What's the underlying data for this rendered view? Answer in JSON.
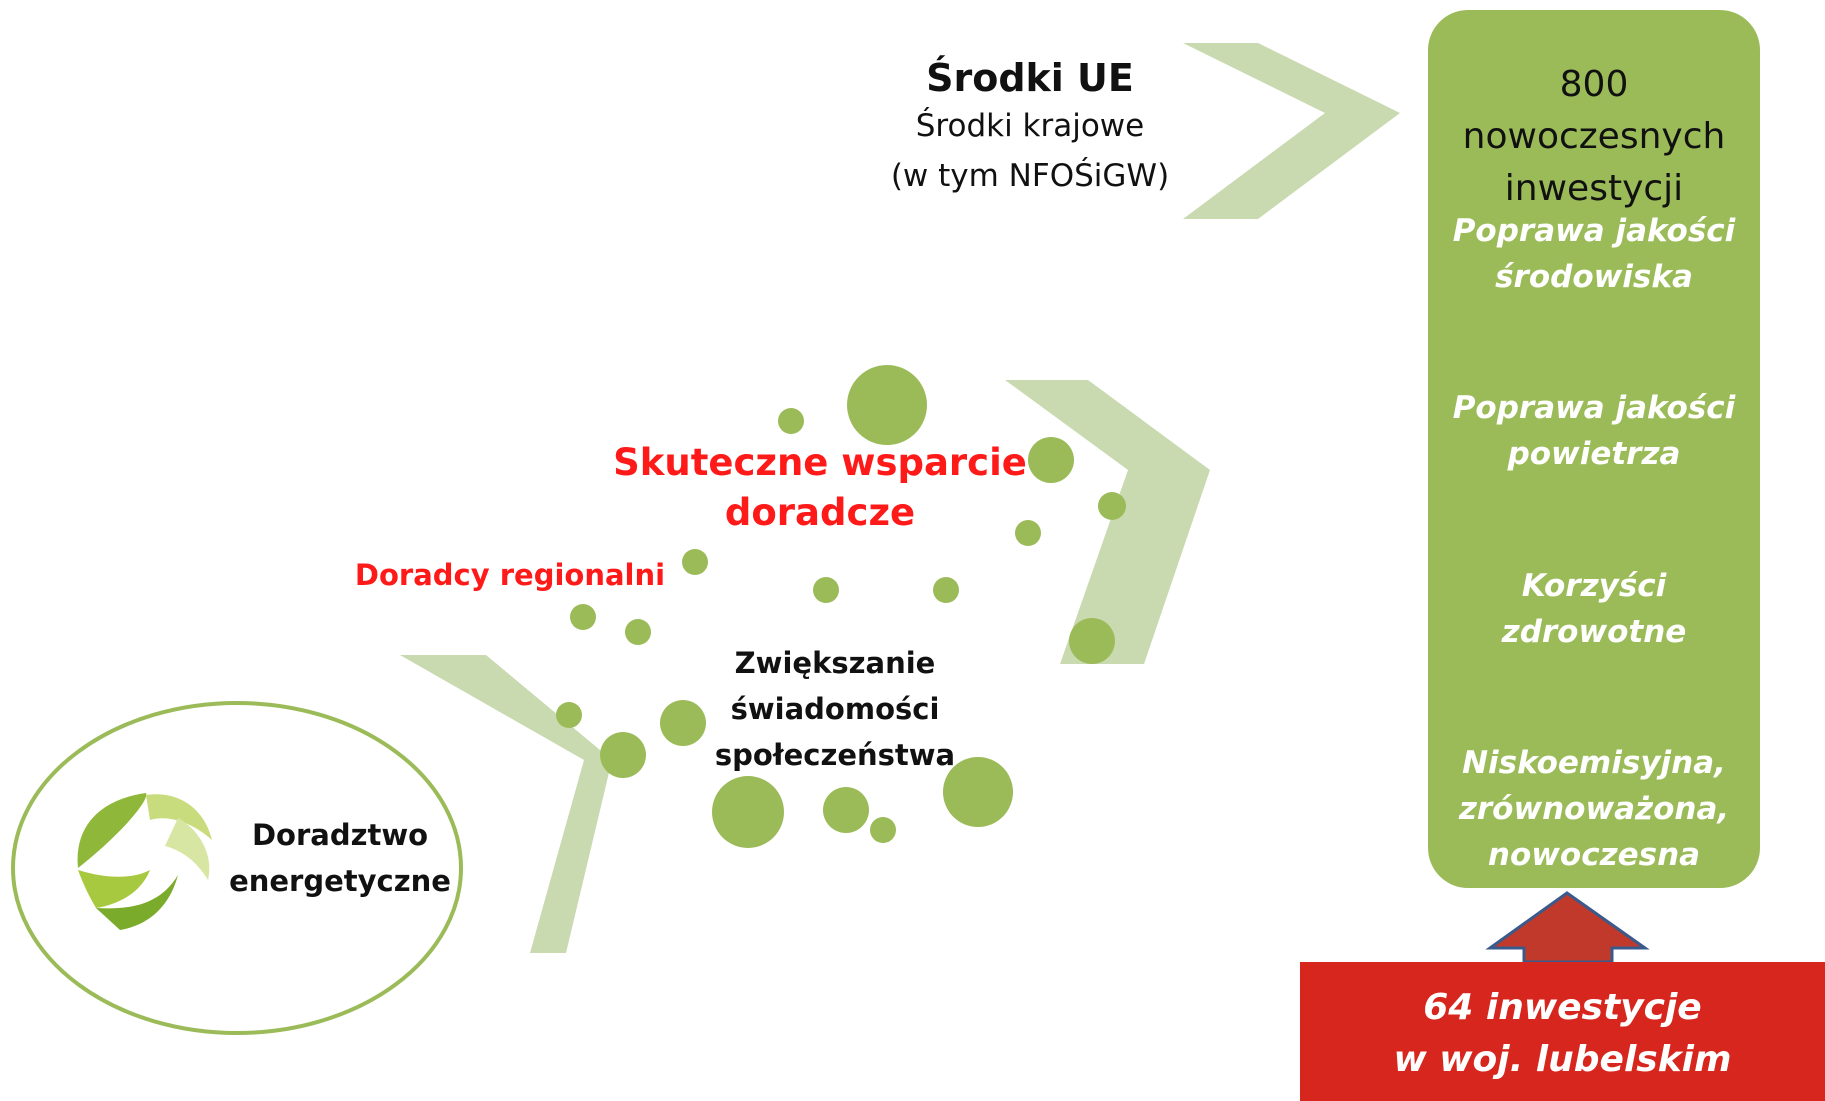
{
  "diagram": {
    "funding": {
      "title": "Środki UE",
      "national": "Środki krajowe",
      "nfos": "(w tym NFOŚiGW)"
    },
    "result": {
      "count": "800",
      "line1": "nowoczesnych",
      "line2": "inwestycji",
      "benefits": [
        [
          "Poprawa jakości",
          "środowiska"
        ],
        [
          "Poprawa jakości",
          "powietrza"
        ],
        [
          "Korzyści",
          "zdrowotne"
        ],
        [
          "Niskoemisyjna,",
          "zrównoważona,",
          "nowoczesna"
        ]
      ],
      "box_color": "#9bbb59"
    },
    "support": {
      "title_line1": "Skuteczne wsparcie",
      "title_line2": "doradcze",
      "regional": "Doradcy regionalni",
      "awareness": [
        "Zwiększanie",
        "świadomości",
        "społeczeństwa"
      ]
    },
    "advisory": [
      "Doradztwo",
      "energetyczne"
    ],
    "lubelskie": {
      "line1": "64 inwestycje",
      "line2": "w woj. lubelskim",
      "box_color": "#d7261e",
      "arrow_color": "#c0392b"
    },
    "chevron_color": "#c9d9b0",
    "dot_color": "#9bbb59"
  }
}
